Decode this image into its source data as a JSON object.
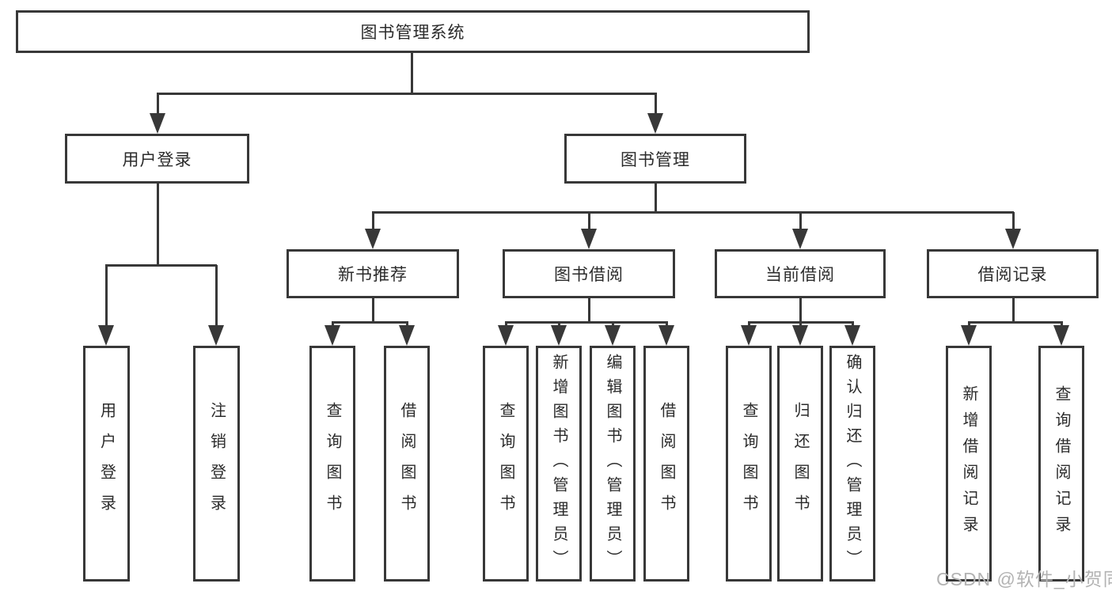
{
  "tree": {
    "root": {
      "label": "图书管理系统"
    },
    "branches": [
      {
        "label": "用户登录",
        "children": [
          {
            "label": "用户登录"
          },
          {
            "label": "注销登录"
          }
        ]
      },
      {
        "label": "图书管理",
        "children": [
          {
            "label": "新书推荐",
            "children": [
              {
                "label": "查询图书"
              },
              {
                "label": "借阅图书"
              }
            ]
          },
          {
            "label": "图书借阅",
            "children": [
              {
                "label": "查询图书"
              },
              {
                "label": "新增图书（管理员）"
              },
              {
                "label": "编辑图书（管理员）"
              },
              {
                "label": "借阅图书"
              }
            ]
          },
          {
            "label": "当前借阅",
            "children": [
              {
                "label": "查询图书"
              },
              {
                "label": "归还图书"
              },
              {
                "label": "确认归还（管理员）"
              }
            ]
          },
          {
            "label": "借阅记录",
            "children": [
              {
                "label": "新增借阅记录"
              },
              {
                "label": "查询借阅记录"
              }
            ]
          }
        ]
      }
    ]
  },
  "watermark": "CSDN @软件_小贺同学",
  "colors": {
    "line": "#383838",
    "text": "#2b2b2b",
    "watermark": "#b3b3b3",
    "background": "#ffffff"
  }
}
